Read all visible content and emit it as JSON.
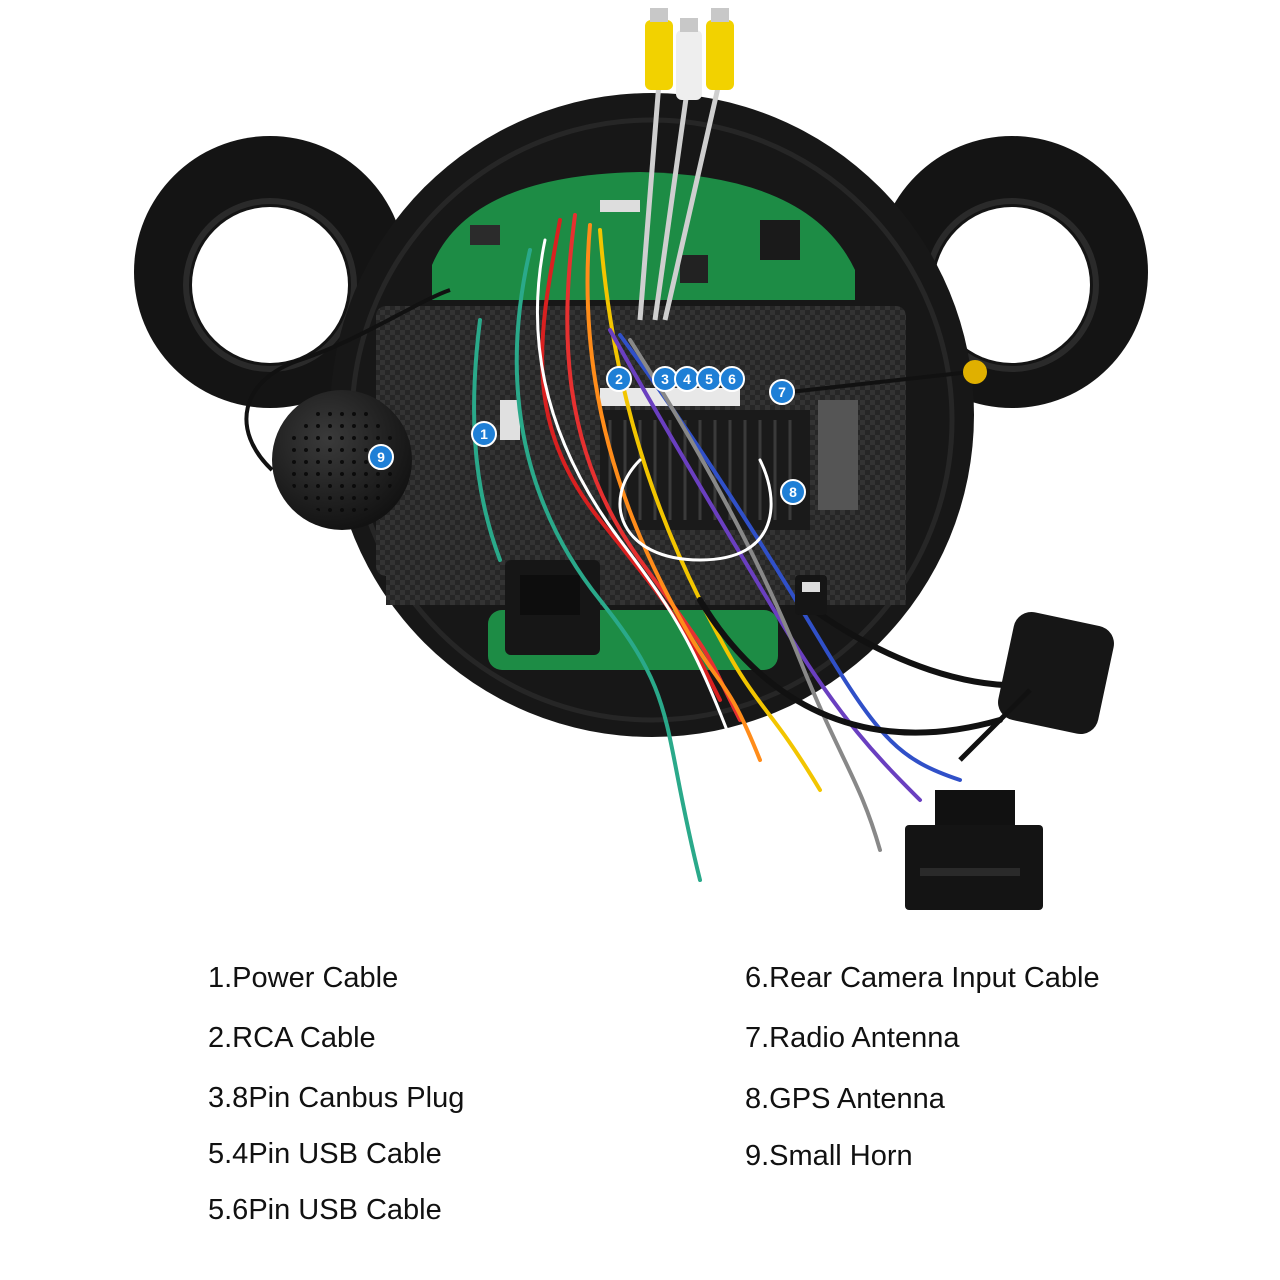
{
  "colors": {
    "callout": "#1e7fd6",
    "housing": "#151515",
    "board": "#1d8c45",
    "chassis": "#2a2a2a"
  },
  "callouts": [
    {
      "label": "1"
    },
    {
      "label": "2"
    },
    {
      "label": "3"
    },
    {
      "label": "4"
    },
    {
      "label": "5"
    },
    {
      "label": "6"
    },
    {
      "label": "7"
    },
    {
      "label": "8"
    },
    {
      "label": "9"
    }
  ],
  "legend": {
    "left": [
      "1.Power Cable",
      "2.RCA Cable",
      "3.8Pin Canbus Plug",
      "5.4Pin USB Cable",
      "5.6Pin USB Cable"
    ],
    "right": [
      "6.Rear Camera Input Cable",
      "7.Radio Antenna",
      "8.GPS Antenna",
      "9.Small Horn"
    ]
  }
}
